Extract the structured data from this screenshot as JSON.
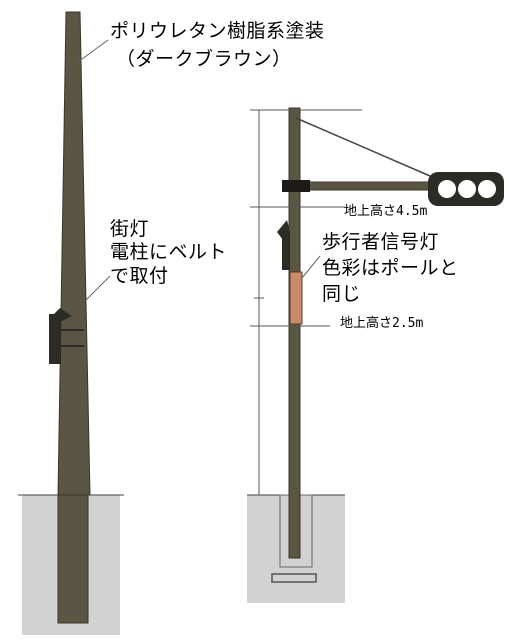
{
  "labels": {
    "coating_line1": "ポリウレタン樹脂系塗装",
    "coating_line2": "（ダークブラウン）",
    "streetlight_line1": "街灯",
    "streetlight_line2": "電柱にベルト",
    "streetlight_line3": "で取付",
    "height_upper": "地上高さ4.5m",
    "pedestrian_line1": "歩行者信号灯",
    "pedestrian_line2": "色彩はポールと",
    "pedestrian_line3": "同じ",
    "height_lower": "地上高さ2.5m"
  },
  "colors": {
    "pole": "#5b5544",
    "pole_dark": "#3a3628",
    "foundation": "#d2d2d2",
    "signal_housing": "#2c2b26",
    "signal_lamp": "#ffffff",
    "pedestrian_light": "#c98a6a"
  }
}
